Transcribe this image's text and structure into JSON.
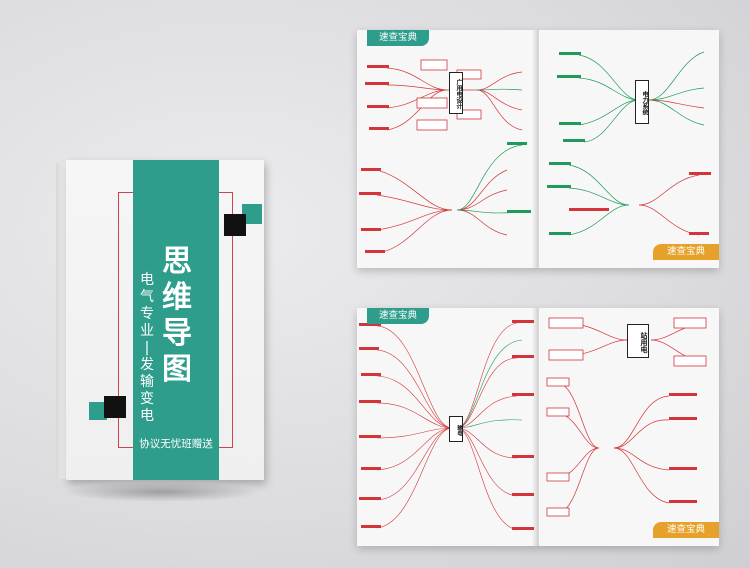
{
  "cover": {
    "title_chars": [
      "思",
      "维",
      "导",
      "图"
    ],
    "subtitle_left": [
      "电",
      "气",
      "专",
      "业",
      "|"
    ],
    "subtitle_right": [
      "发",
      "输",
      "变",
      "电"
    ],
    "footer": "协议无忧班赠送",
    "colors": {
      "teal": "#2e9d8c",
      "red_line": "#c8474a",
      "black": "#111111"
    }
  },
  "spreads": [
    {
      "tab_top": "速查宝典",
      "tab_bottom": "速查宝典",
      "left_center": "广用电设计",
      "right_center": "电力系统"
    },
    {
      "tab_top": "速查宝典",
      "tab_bottom": "速查宝典",
      "left_center": "输电",
      "right_center": "站用电"
    }
  ],
  "colors": {
    "tab_orange": "#e6a12a",
    "tab_teal": "#2e9d8c",
    "mm_red": "#d2353a",
    "mm_green": "#1f9a5a"
  }
}
